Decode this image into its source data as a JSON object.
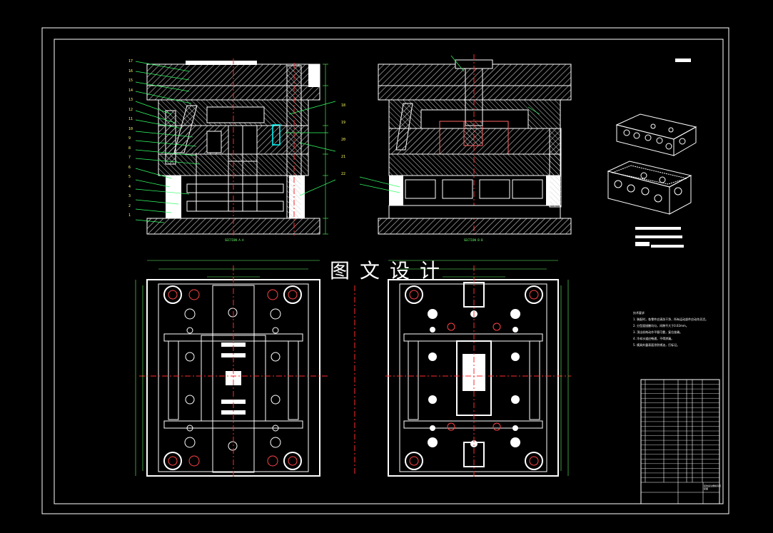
{
  "watermark": "图文设计",
  "sheet": {
    "frame_color": "#ffffff",
    "background": "#000000",
    "line_color": "#ffffff",
    "center_line_color": "#ff2a2a",
    "leader_color": "#33ff66",
    "dimension_color": "#66ff66",
    "highlight_color": "#00ffff",
    "hatch_color": "#ffffff"
  },
  "views": {
    "section_left_title": "SECTION A-A",
    "section_right_title": "SECTION B-B",
    "plan_left_title": "",
    "plan_right_title": ""
  },
  "part_numbers_left": [
    "17",
    "16",
    "15",
    "14",
    "13",
    "12",
    "11",
    "10",
    "9",
    "8",
    "7",
    "6",
    "5",
    "4",
    "3",
    "2",
    "1"
  ],
  "part_numbers_right": [
    "18",
    "19",
    "20",
    "21",
    "22"
  ],
  "notes": {
    "heading": "技术要求",
    "lines": [
      "1. 装配时，各零件应清洗干净，所有运动部件应动作灵活。",
      "2. 分型面接触均匀，间隙不大于0.02mm。",
      "3. 顶出机构动作平稳可靠，复位准确。",
      "4. 冷却水道应畅通，不得渗漏。",
      "5. 模具外露表面涂防锈油，打标记。"
    ]
  },
  "title_block": {
    "drawing_name": "接线盒注塑模具装配图",
    "rows": 22
  }
}
